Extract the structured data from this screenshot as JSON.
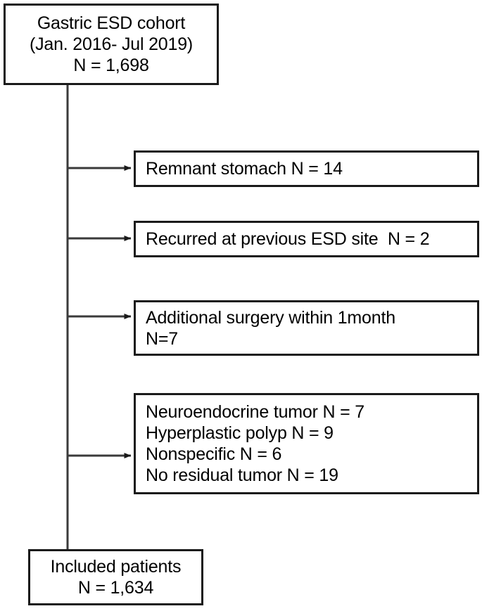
{
  "diagram": {
    "title": "Gastric ESD cohort patient selection flow",
    "line_color": "#1a1a1a",
    "background_color": "#ffffff"
  },
  "cohort_box": {
    "name": "gastric-esd-cohort",
    "lines": [
      "Gastric ESD cohort",
      "(Jan. 2016- Jul 2019)",
      "N = 1,698"
    ],
    "line_0": "Gastric ESD cohort",
    "line_1": "(Jan. 2016- Jul 2019)",
    "line_2": "N = 1,698",
    "total": 1698
  },
  "exclusions": [
    {
      "name": "remnant-stomach",
      "line_0": "Remnant stomach N = 14",
      "count": 14
    },
    {
      "name": "recurred-previous-esd-site",
      "line_0": "Recurred at previous ESD site  N = 2",
      "count": 2
    },
    {
      "name": "additional-surgery-within-1month",
      "line_0": "Additional surgery within 1month",
      "line_1": "N=7",
      "count": 7
    },
    {
      "name": "other-pathology",
      "line_0": "Neuroendocrine tumor N = 7",
      "line_1": "Hyperplastic polyp N = 9",
      "line_2": "Nonspecific N = 6",
      "line_3": "No residual tumor N = 19",
      "counts": [
        7,
        9,
        6,
        19
      ]
    }
  ],
  "included_box": {
    "name": "included-patients",
    "line_0": "Included patients",
    "line_1": "N = 1,634",
    "total": 1634
  }
}
